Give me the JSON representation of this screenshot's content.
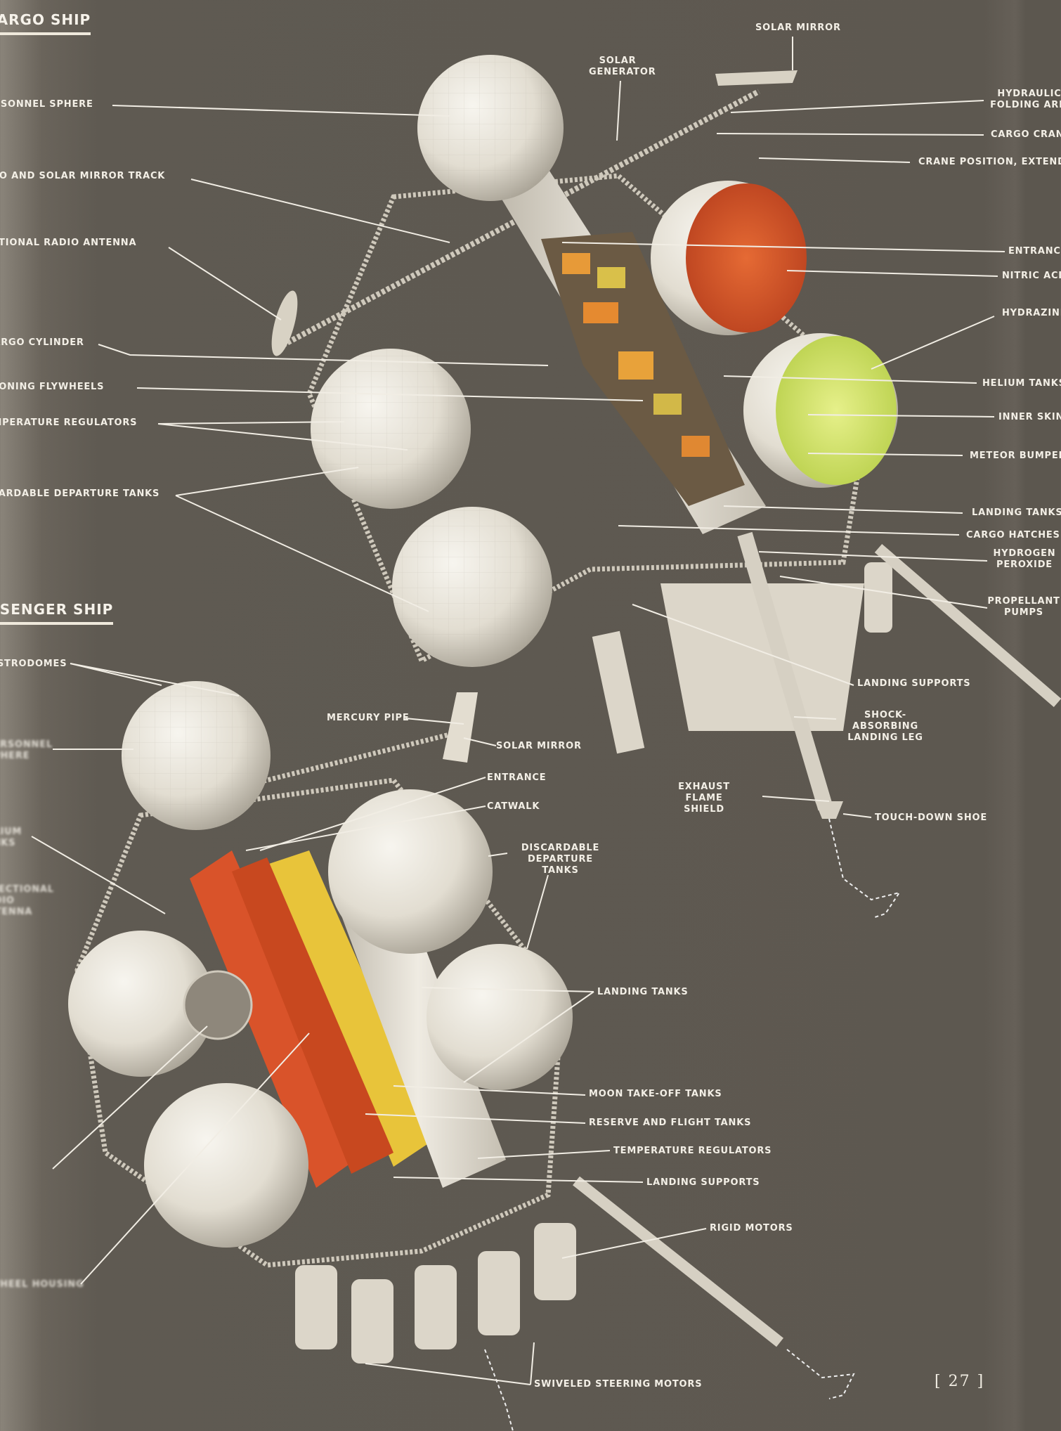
{
  "cargo_ship": {
    "title": "CARGO SHIP",
    "labels": {
      "personnel_sphere": "PERSONNEL SPHERE",
      "radio_track": "RADIO AND SOLAR MIRROR TRACK",
      "radio_antenna": "DIRECTIONAL RADIO ANTENNA",
      "cargo_cylinder": "CARGO CYLINDER",
      "flywheels": "POSITIONING FLYWHEELS",
      "temp_regulators": "TEMPERATURE REGULATORS",
      "departure_tanks": "DISCARDABLE DEPARTURE TANKS",
      "solar_mirror": "SOLAR MIRROR",
      "solar_generator": "SOLAR GENERATOR",
      "hydraulic_arm": "HYDRAULIC FOLDING ARM",
      "cargo_crane": "CARGO CRANE",
      "crane_extended": "CRANE POSITION, EXTENDED",
      "entrance": "ENTRANCE",
      "nitric_acid": "NITRIC ACID",
      "hydrazine": "HYDRAZINE",
      "helium_tanks": "HELIUM TANKS",
      "inner_skin": "INNER SKIN",
      "meteor_bumper": "METEOR BUMPER",
      "landing_tanks": "LANDING TANKS",
      "cargo_hatches": "CARGO HATCHES",
      "hydrogen_peroxide": "HYDROGEN PEROXIDE",
      "propellant_pumps": "PROPELLANT PUMPS",
      "landing_supports": "LANDING SUPPORTS",
      "shock_leg": "SHOCK-ABSORBING LANDING LEG",
      "exhaust_shield": "EXHAUST FLAME SHIELD",
      "touchdown_shoe": "TOUCH-DOWN SHOE"
    }
  },
  "passenger_ship": {
    "title": "PASSENGER SHIP",
    "labels": {
      "astrodomes": "ASTRODOMES",
      "personnel_sphere": "PERSONNEL SPHERE",
      "helium_tanks": "HELIUM TANKS",
      "radio_antenna": "DIRECTIONAL RADIO ANTENNA",
      "wheel_housing": "WHEEL HOUSING",
      "mercury_pipe": "MERCURY PIPE",
      "solar_mirror": "SOLAR MIRROR",
      "entrance": "ENTRANCE",
      "catwalk": "CATWALK",
      "departure_tanks": "DISCARDABLE DEPARTURE TANKS",
      "landing_tanks": "LANDING TANKS",
      "moon_takeoff": "MOON TAKE-OFF TANKS",
      "reserve_flight": "RESERVE AND FLIGHT TANKS",
      "temp_regulators": "TEMPERATURE REGULATORS",
      "landing_supports": "LANDING SUPPORTS",
      "rigid_motors": "RIGID MOTORS",
      "steering_motors": "SWIVELED STEERING MOTORS"
    }
  },
  "page_number": "[ 27 ]",
  "colors": {
    "background": "#5d5850",
    "sphere": "#e8e4da",
    "nitric": "#d8572a",
    "hydrazine": "#d6e86a",
    "fuel_orange": "#d9532a",
    "fuel_yellow": "#e8c43a"
  }
}
